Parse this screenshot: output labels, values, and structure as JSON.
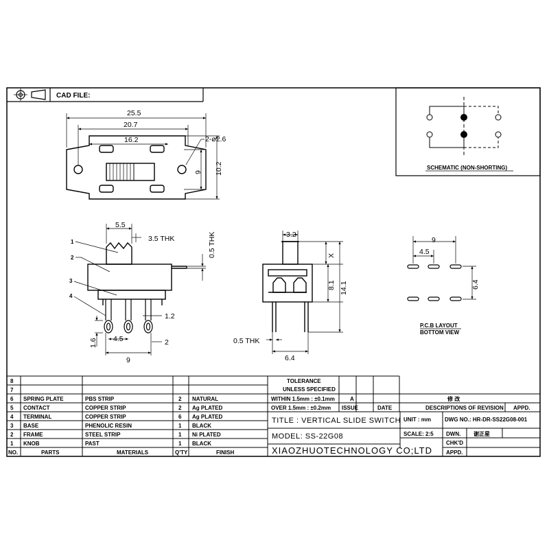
{
  "header": {
    "cad_file_label": "CAD FILE:"
  },
  "schematic": {
    "caption": "SCHEMATIC (NON-SHORTING)"
  },
  "top_view": {
    "dim_overall": "25.5",
    "dim_mount": "20.7",
    "dim_slot": "16.2",
    "dim_hole": "2-ø2.6",
    "dim_height_inner": "9",
    "dim_height_outer": "10.2"
  },
  "side_view": {
    "dim_knob": "5.5",
    "dim_thk": "3.5 THK",
    "dim_plate_thk": "0.5 THK",
    "dim_pin": "1.2",
    "dim_leg": "1.6",
    "dim_pitch": "4.5",
    "dim_pitch2": "2",
    "dim_span": "9",
    "callouts": [
      "1",
      "2",
      "3",
      "4"
    ]
  },
  "end_view": {
    "dim_knob": "3.2",
    "dim_x": "X",
    "dim_body": "8.1",
    "dim_total": "14.1",
    "dim_pin_thk": "0.5 THK",
    "dim_width": "6.4"
  },
  "pcb": {
    "dim_span": "9",
    "dim_pitch": "4.5",
    "dim_row": "6.4",
    "caption_1": "P.C.B LAYOUT",
    "caption_2": "BOTTOM VIEW"
  },
  "bom": {
    "rows": [
      {
        "no": "8",
        "part": "",
        "material": "",
        "qty": "",
        "finish": ""
      },
      {
        "no": "7",
        "part": "",
        "material": "",
        "qty": "",
        "finish": ""
      },
      {
        "no": "6",
        "part": "SPRING PLATE",
        "material": "PBS STRIP",
        "qty": "2",
        "finish": "NATURAL"
      },
      {
        "no": "5",
        "part": "CONTACT",
        "material": "COPPER STRIP",
        "qty": "2",
        "finish": "Ag PLATED"
      },
      {
        "no": "4",
        "part": "TERMINAL",
        "material": "COPPER STRIP",
        "qty": "6",
        "finish": "Ag PLATED"
      },
      {
        "no": "3",
        "part": "BASE",
        "material": "PHENOLIC RESIN",
        "qty": "1",
        "finish": "BLACK"
      },
      {
        "no": "2",
        "part": "FRAME",
        "material": "STEEL STRIP",
        "qty": "1",
        "finish": "Ni PLATED"
      },
      {
        "no": "1",
        "part": "KNOB",
        "material": "PAST",
        "qty": "1",
        "finish": "BLACK"
      }
    ],
    "header": {
      "no": "NO.",
      "part": "PARTS",
      "material": "MATERIALS",
      "qty": "Q'TY",
      "finish": "FINISH"
    }
  },
  "title_block": {
    "tolerance": "TOLERANCE",
    "unless": "UNLESS   SPECIFIED",
    "within": "WITHIN  1.5mm : ±0.1mm",
    "over": "OVER  1.5mm : ±0.2mm",
    "rev_a": "A",
    "issue": "ISSUE",
    "date": "DATE",
    "revision_cn": "修 改",
    "descriptions": "DESCRIPTIONS OF REVISION",
    "appd": "APPD.",
    "title": "TITLE :  VERTICAL SLIDE SWITCH",
    "unit": "UNIT :  mm",
    "dwg_no": "DWG NO.:  HR-DR-SS22G08-001",
    "model": "MODEL:  SS-22G08",
    "scale": "SCALE:  2:5",
    "dwn": "DWN.",
    "dwn_name": "谢正星",
    "chkd": "CHK'D",
    "company": "XIAOZHUOTECHNOLOGY  CO;LTD",
    "appd2": "APPD."
  }
}
